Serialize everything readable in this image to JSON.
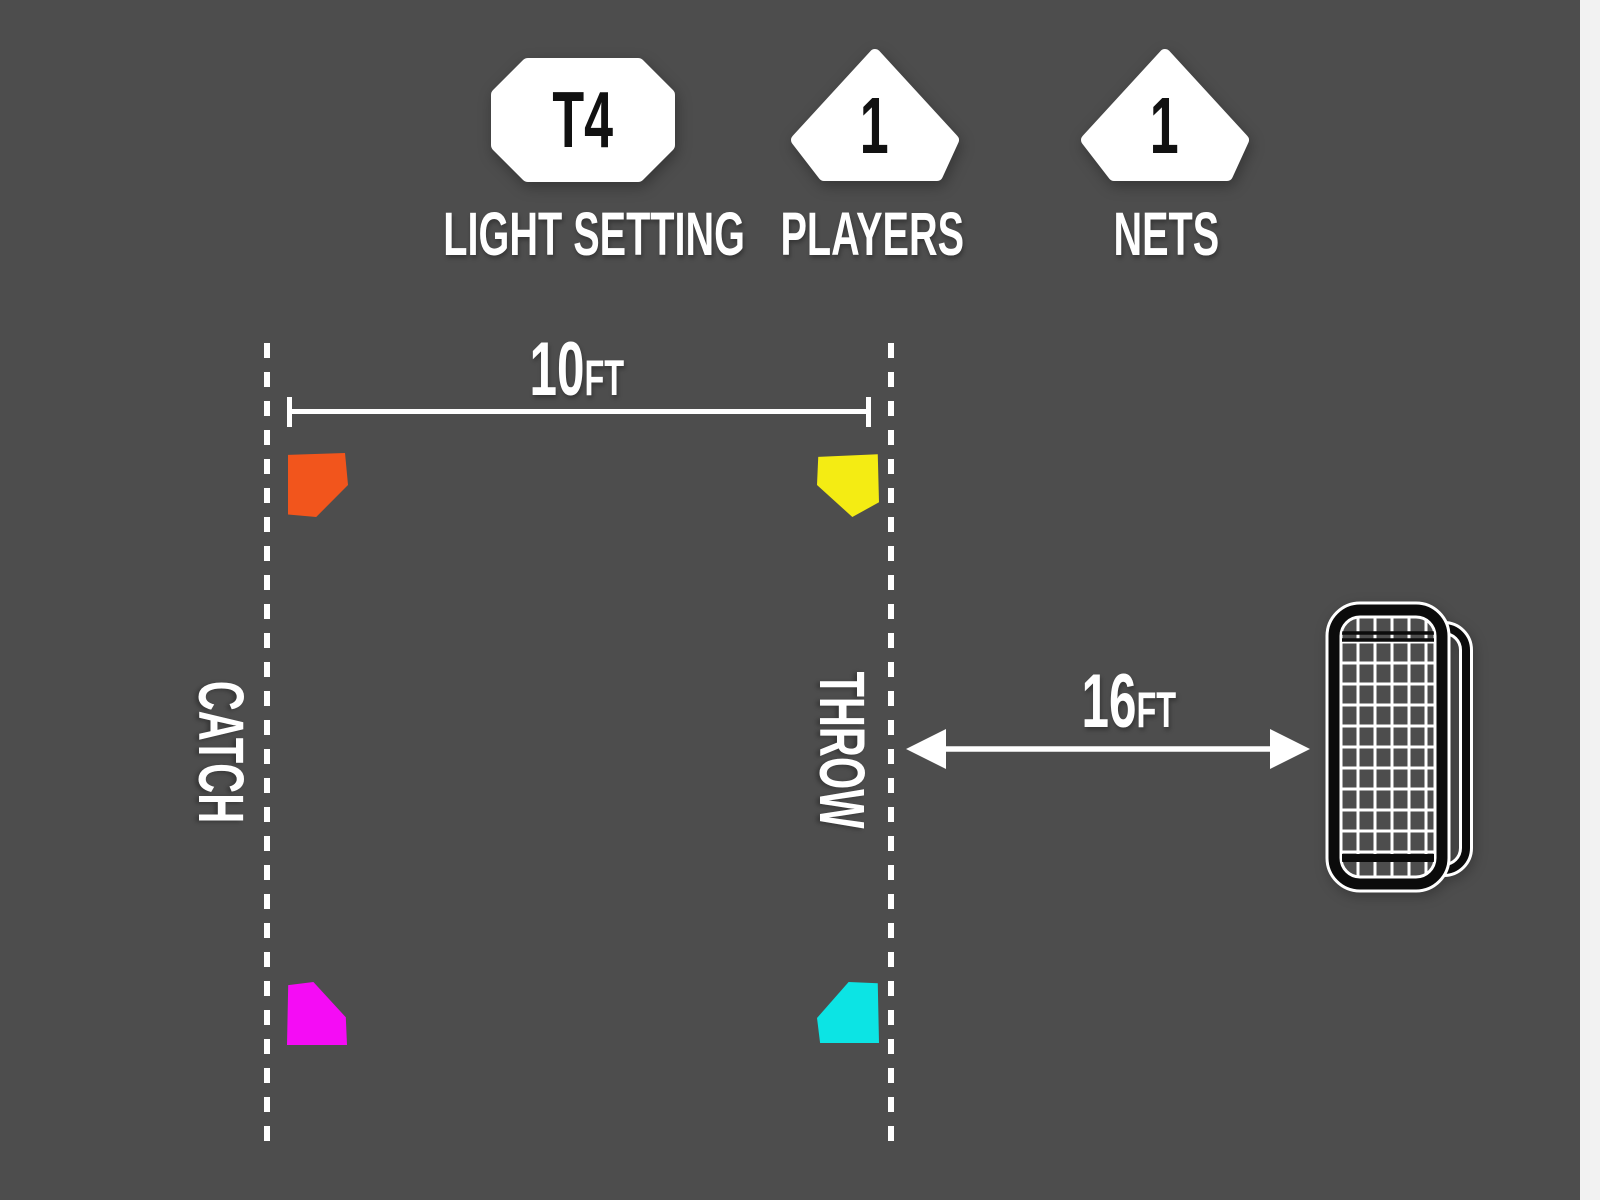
{
  "background": "#4d4d4d",
  "header": {
    "badges": [
      {
        "value": "T4",
        "label": "LIGHT SETTING",
        "shape": "octagon-badge"
      },
      {
        "value": "1",
        "label": "PLAYERS",
        "shape": "pentagon-badge"
      },
      {
        "value": "1",
        "label": "NETS",
        "shape": "pentagon-badge"
      }
    ]
  },
  "court": {
    "lane_width": {
      "value": "10",
      "unit": "FT"
    },
    "net_distance": {
      "value": "16",
      "unit": "FT"
    },
    "catch_line_label": "CATCH",
    "throw_line_label": "THROW",
    "markers": [
      {
        "name": "top-left",
        "color": "#F2551C"
      },
      {
        "name": "top-right",
        "color": "#F4EC13"
      },
      {
        "name": "bottom-left",
        "color": "#F50CF5"
      },
      {
        "name": "bottom-right",
        "color": "#0CE4E4"
      }
    ],
    "net_icon": "rebounder-net-icon",
    "line_color": "#ffffff"
  }
}
